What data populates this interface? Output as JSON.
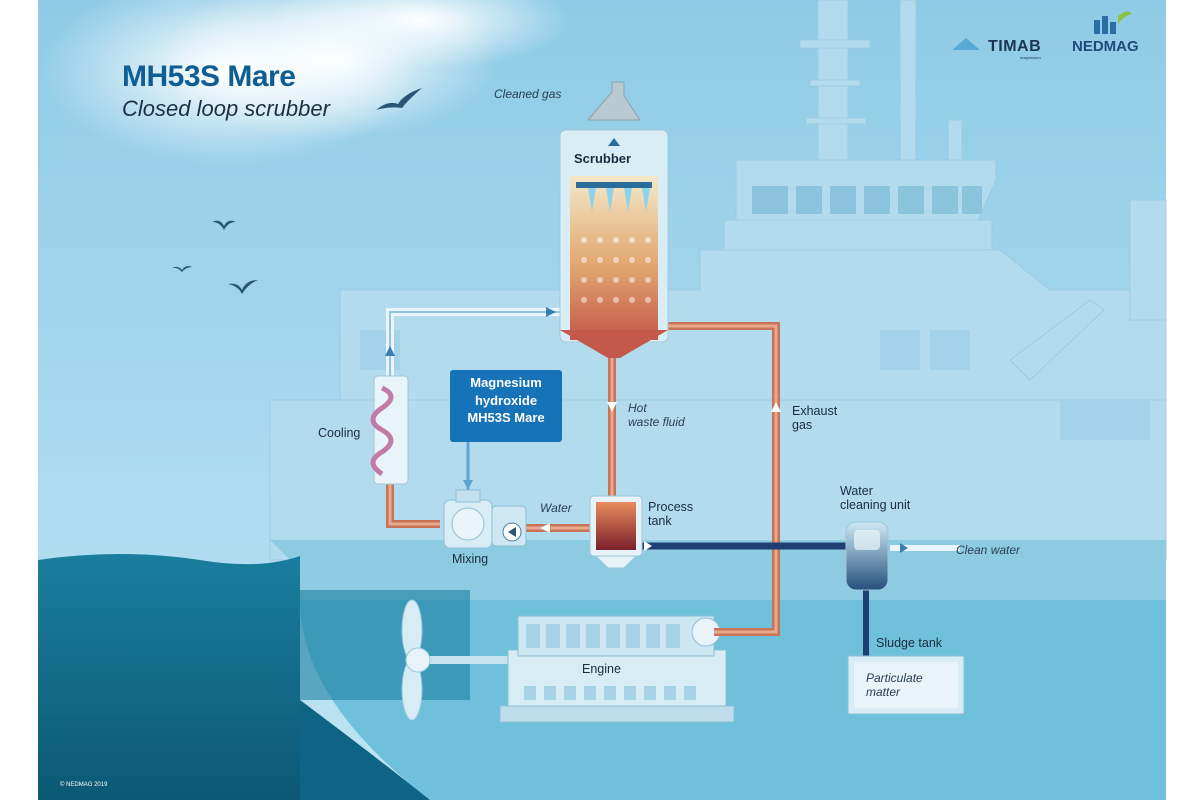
{
  "title": "MH53S Mare",
  "subtitle": "Closed loop scrubber",
  "labels": {
    "cleaned_gas": "Cleaned gas",
    "scrubber": "Scrubber",
    "cooling": "Cooling",
    "magnesium_box": [
      "Magnesium",
      "hydroxide",
      "MH53S Mare"
    ],
    "hot_waste_fluid": [
      "Hot",
      "waste fluid"
    ],
    "exhaust_gas": [
      "Exhaust",
      "gas"
    ],
    "water": "Water",
    "process_tank": [
      "Process",
      "tank"
    ],
    "mixing": "Mixing",
    "water_cleaning_unit": [
      "Water",
      "cleaning unit"
    ],
    "clean_water": "Clean water",
    "sludge_tank": "Sludge tank",
    "particulate_matter": [
      "Particulate",
      "matter"
    ],
    "engine": "Engine"
  },
  "logos": {
    "timab": "TIMAB",
    "timab_sub": "magnesium",
    "nedmag": "NEDMAG"
  },
  "copyright": "© NEDMAG 2019",
  "colors": {
    "sky": "#9fd4ec",
    "ship": "#b6dcef",
    "sea": "#0e6a8a",
    "hull": "#6fc0db",
    "hot_pipe": "#c87457",
    "cool_pipe": "#d9eef8",
    "dark_pipe": "#1f3f73",
    "blue_box": "#1773b8"
  },
  "icons": [
    "bird-icon",
    "propeller-icon",
    "pump-icon",
    "arrow-icon"
  ]
}
